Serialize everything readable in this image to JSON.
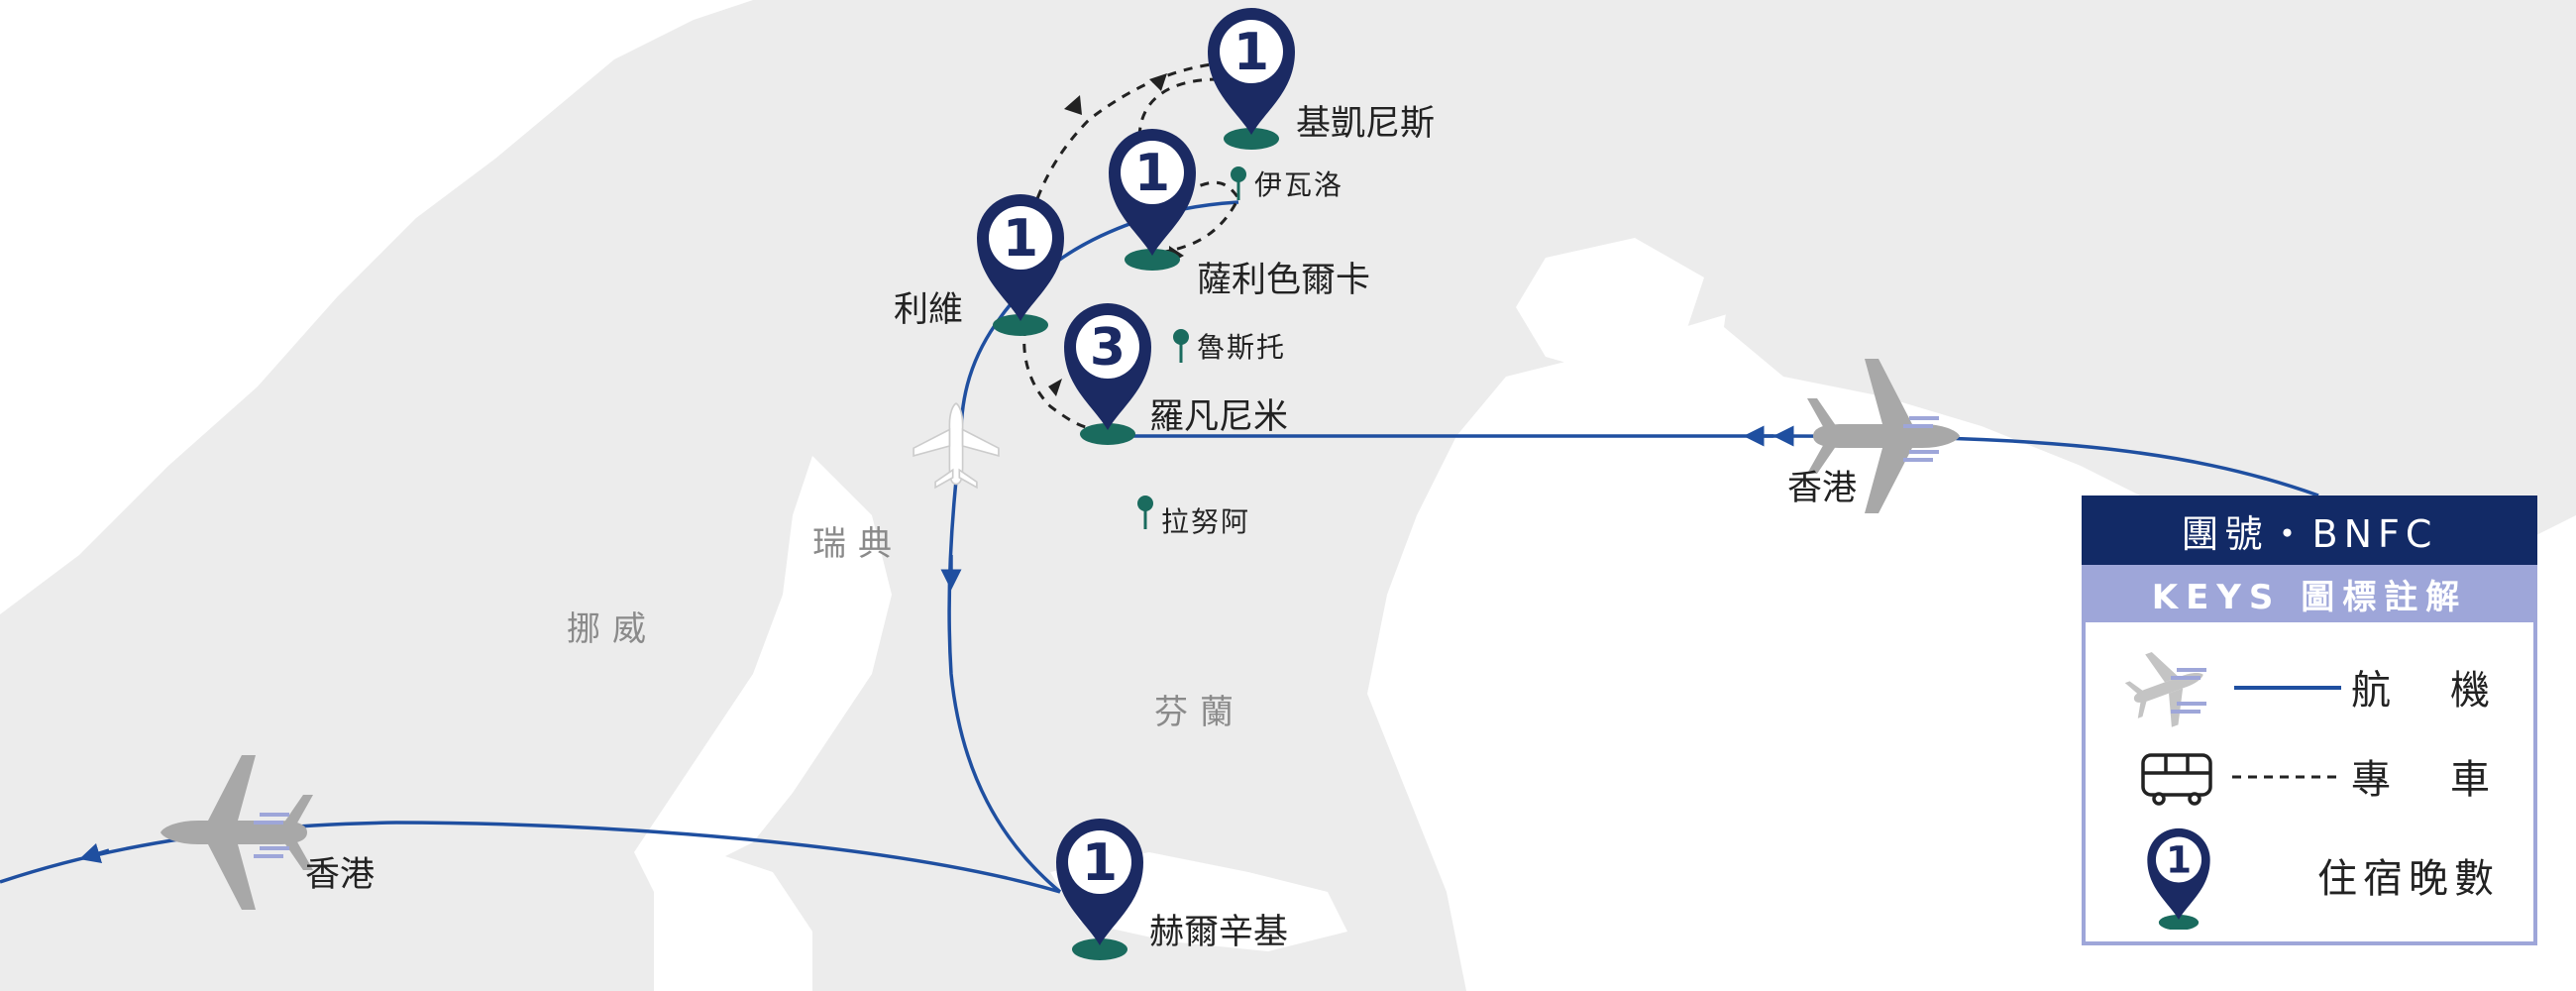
{
  "countries": {
    "sweden": "瑞典",
    "norway": "挪威",
    "finland": "芬蘭"
  },
  "cities": {
    "kirkenes": "基凱尼斯",
    "ivalo": "伊瓦洛",
    "saariselka": "薩利色爾卡",
    "levi": "利維",
    "rovaniemi": "羅凡尼米",
    "ruka": "魯斯托",
    "ranua": "拉努阿",
    "helsinki": "赫爾辛基",
    "hong_kong_east": "香港",
    "hong_kong_west": "香港"
  },
  "pins": {
    "kirkenes": "1",
    "saariselka": "1",
    "levi": "1",
    "rovaniemi": "3",
    "helsinki": "1"
  },
  "legend": {
    "tour_code": "團號・BNFC",
    "title": "KEYS 圖標註解",
    "flight": "航　機",
    "coach": "專　車",
    "nights": "住宿晚數",
    "pin_number": "1"
  },
  "colors": {
    "route_blue": "#1f4fa0",
    "pin_navy": "#1b2a63",
    "pin_base": "#1a6b5e",
    "land_gray": "#ececec",
    "legend_header": "#122a66",
    "legend_sub": "#9ea6d9"
  }
}
